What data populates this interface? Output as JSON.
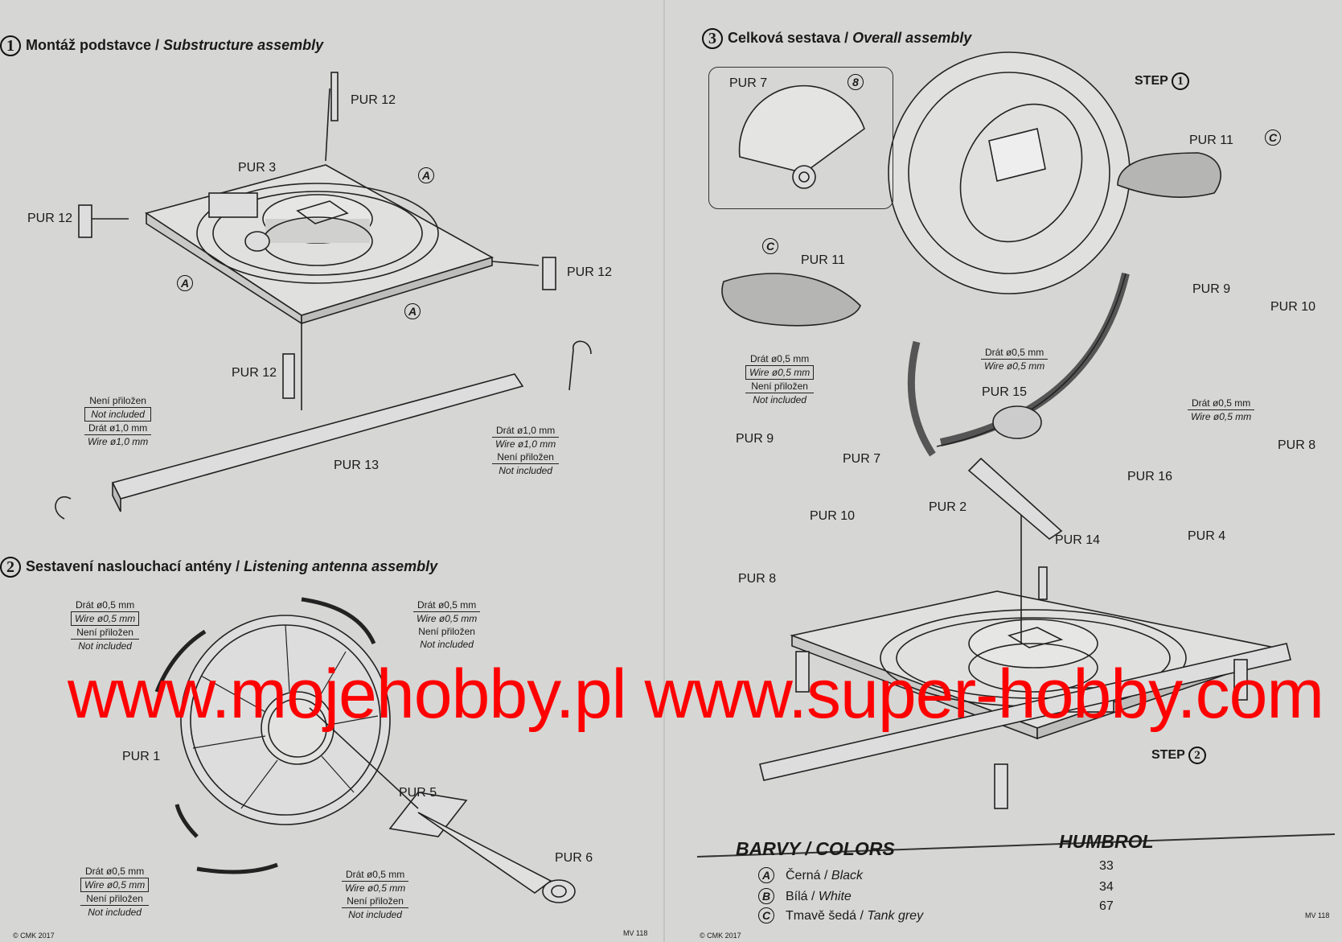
{
  "section1": {
    "number": "1",
    "title_cz": "Montáž podstavce",
    "title_en": "Substructure assembly",
    "labels": {
      "pur12_top": "PUR 12",
      "pur3": "PUR 3",
      "pur12_left": "PUR 12",
      "pur12_right": "PUR 12",
      "pur12_bottom": "PUR 12",
      "pur13": "PUR 13"
    },
    "note_left": [
      "Není přiložen",
      "Not included",
      "Drát ø1,0 mm",
      "Wire ø1,0 mm"
    ],
    "note_right": [
      "Drát ø1,0 mm",
      "Wire ø1,0 mm",
      "Není přiložen",
      "Not included"
    ]
  },
  "section2": {
    "number": "2",
    "title_cz": "Sestavení naslouchací antény",
    "title_en": "Listening antenna assembly",
    "labels": {
      "pur1": "PUR 1",
      "pur5": "PUR 5",
      "pur6": "PUR 6"
    },
    "wire_note": [
      "Drát ø0,5 mm",
      "Wire ø0,5 mm",
      "Není přiložen",
      "Not included"
    ]
  },
  "section3": {
    "number": "3",
    "title_cz": "Celková sestava",
    "title_en": "Overall assembly",
    "step1": "STEP",
    "step1_num": "1",
    "step2": "STEP",
    "step2_num": "2",
    "labels": {
      "pur7_inset": "PUR 7",
      "pur11_right": "PUR 11",
      "pur11_left": "PUR 11",
      "pur9": "PUR 9",
      "pur10": "PUR 10",
      "pur15": "PUR 15",
      "pur9_left": "PUR 9",
      "pur7": "PUR 7",
      "pur16": "PUR 16",
      "pur8": "PUR 8",
      "pur10_left": "PUR 10",
      "pur2": "PUR 2",
      "pur14": "PUR 14",
      "pur4": "PUR 4",
      "pur8_left": "PUR 8"
    },
    "wire_note_short": [
      "Drát ø0,5 mm",
      "Wire ø0,5 mm"
    ],
    "wire_note": [
      "Drát ø0,5 mm",
      "Wire ø0,5 mm",
      "Není přiložen",
      "Not included"
    ]
  },
  "markers": {
    "a": "A",
    "b": "B",
    "c": "C",
    "eight": "8"
  },
  "colors": {
    "title": "BARVY / COLORS",
    "brand": "HUMBROL",
    "rows": [
      {
        "key": "A",
        "cz": "Černá",
        "en": "Black",
        "code": "33"
      },
      {
        "key": "B",
        "cz": "Bílá",
        "en": "White",
        "code": "34"
      },
      {
        "key": "C",
        "cz": "Tmavě šedá",
        "en": "Tank grey",
        "code": "67"
      }
    ]
  },
  "footer": {
    "copyright": "© CMK 2017",
    "code": "MV 118"
  },
  "watermark": "www.mojehobby.pl www.super-hobby.com",
  "accent": "#ff0000"
}
